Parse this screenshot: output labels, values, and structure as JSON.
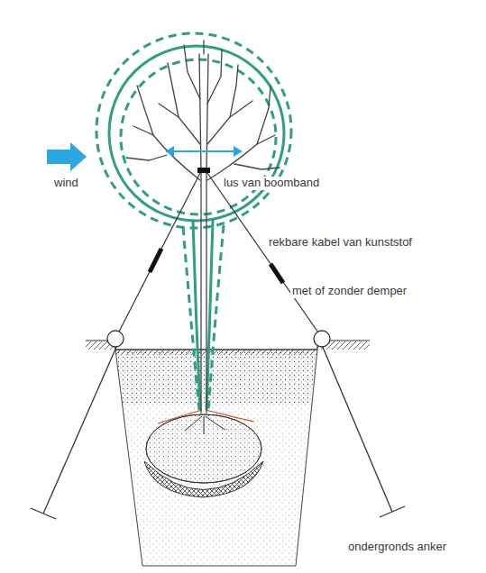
{
  "diagram": {
    "labels": [
      "wind",
      "lus van boomband",
      "rekbare kabel van kunststof",
      "met of zonder demper",
      "ondergronds anker"
    ]
  }
}
